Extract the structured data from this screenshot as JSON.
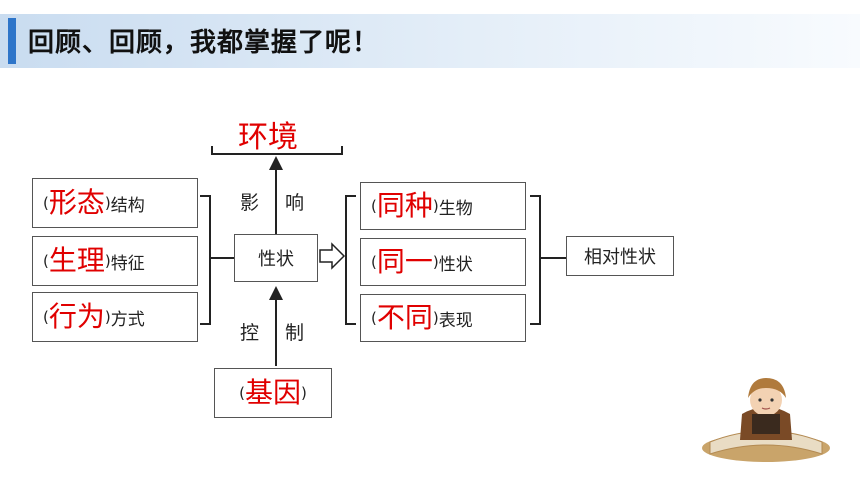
{
  "title": "回顾、回顾，我都掌握了呢！",
  "diagram": {
    "environment": "环境",
    "influence": "影 响",
    "control": "控 制",
    "trait": "性状",
    "gene": {
      "open": "(",
      "answer": "基因",
      "close": ")"
    },
    "left_items": [
      {
        "open": "(",
        "answer": "形态",
        "close": ")",
        "suffix": "结构"
      },
      {
        "open": "(",
        "answer": "生理",
        "close": ")",
        "suffix": "特征"
      },
      {
        "open": "(",
        "answer": "行为",
        "close": ")",
        "suffix": "方式"
      }
    ],
    "right_items": [
      {
        "open": "(",
        "answer": "同种",
        "close": ")",
        "suffix": "生物"
      },
      {
        "open": "(",
        "answer": "同一",
        "close": ")",
        "suffix": "性状"
      },
      {
        "open": "(",
        "answer": "不同",
        "close": ")",
        "suffix": "表现"
      }
    ],
    "result": "相对性状"
  },
  "colors": {
    "answer": "#e00000",
    "accent_bar": "#2e75c9",
    "banner": "#c9dcf0"
  }
}
